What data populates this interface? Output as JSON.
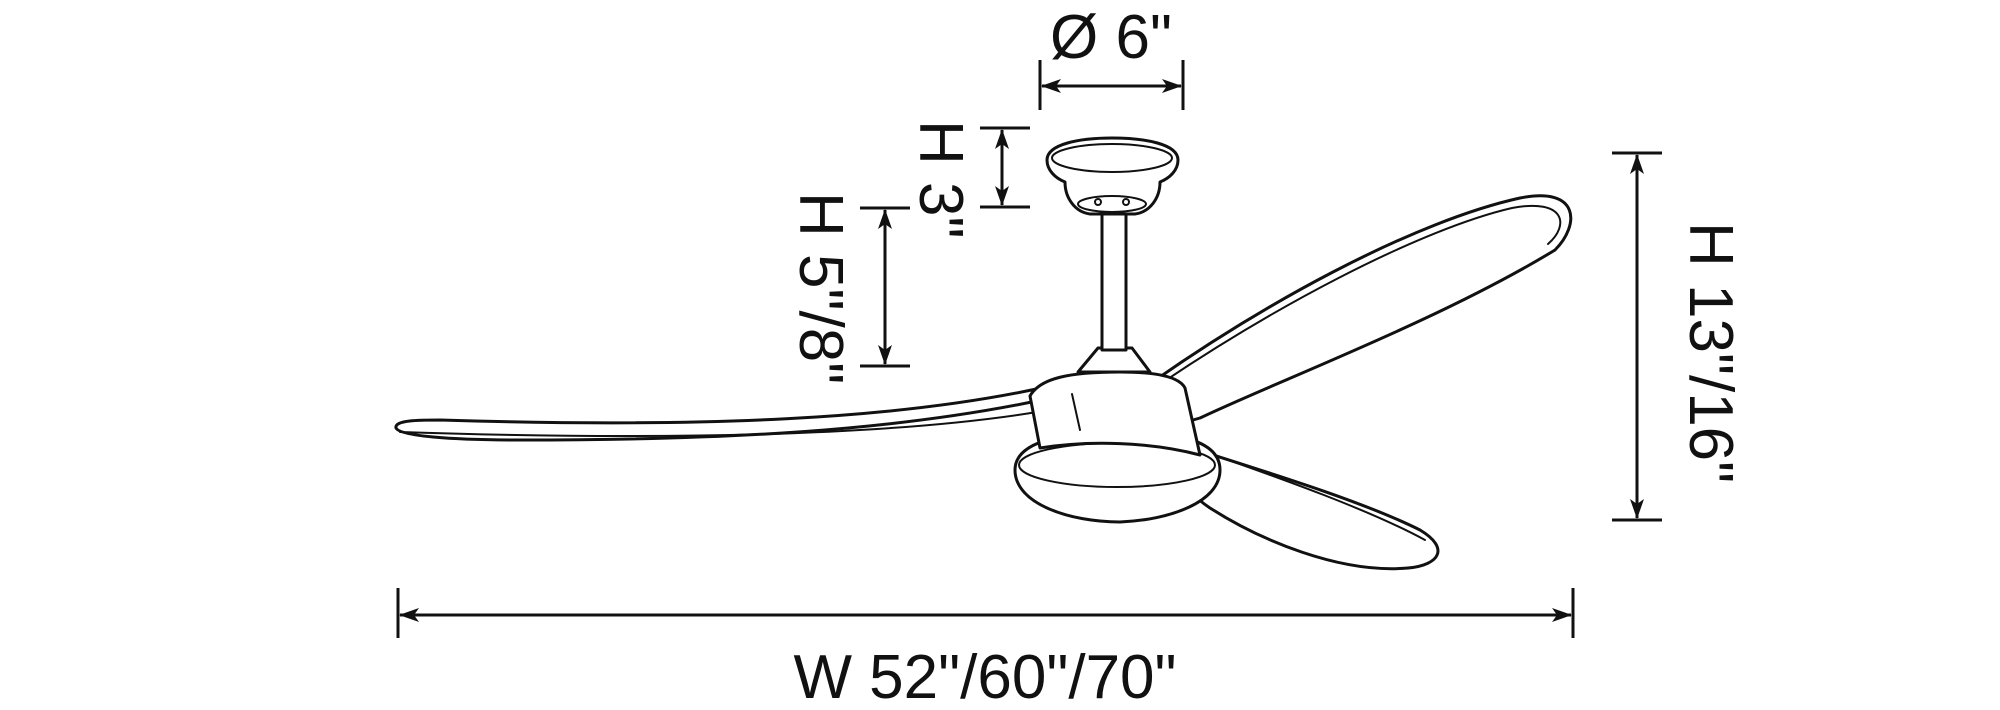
{
  "diagram": {
    "subject": "ceiling-fan-dimensions",
    "dimensions": {
      "canopy_diameter": "Ø 6\"",
      "canopy_height": "H 3\"",
      "downrod_height": "H 5\"/8\"",
      "total_height": "H 13\"/16\"",
      "blade_span": "W 52\"/60\"/70\""
    }
  }
}
